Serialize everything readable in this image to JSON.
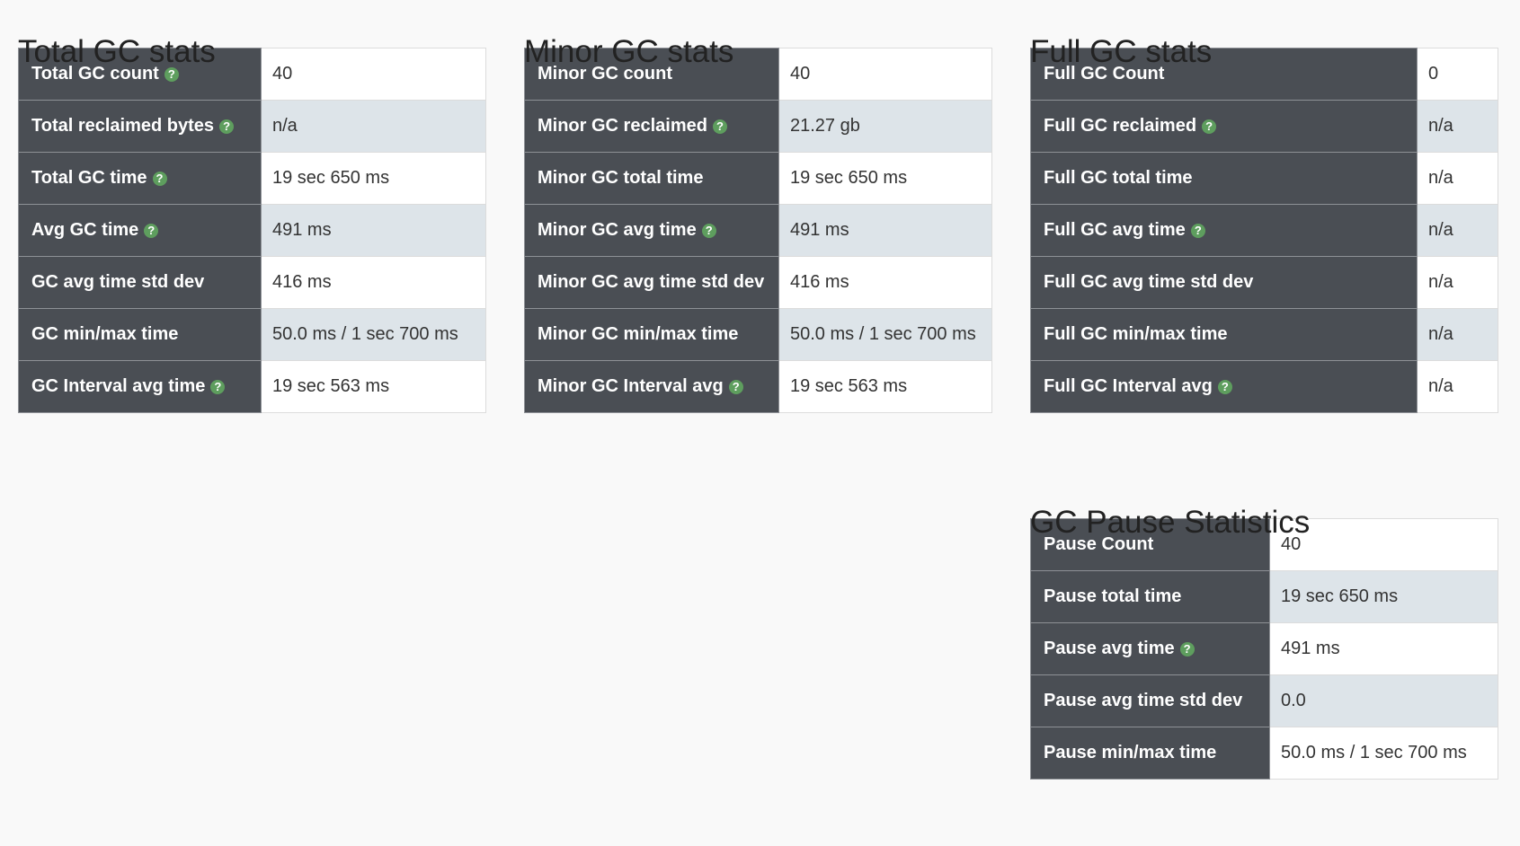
{
  "total_gc": {
    "title": "Total GC stats",
    "rows": [
      {
        "label": "Total GC count",
        "value": "40",
        "help": true
      },
      {
        "label": "Total reclaimed bytes",
        "value": "n/a",
        "help": true
      },
      {
        "label": "Total GC time",
        "value": "19 sec 650 ms",
        "help": true
      },
      {
        "label": "Avg GC time",
        "value": "491 ms",
        "help": true
      },
      {
        "label": "GC avg time std dev",
        "value": "416 ms",
        "help": false
      },
      {
        "label": "GC min/max time",
        "value": "50.0 ms / 1 sec 700 ms",
        "help": false
      },
      {
        "label": "GC Interval avg time",
        "value": "19 sec 563 ms",
        "help": true
      }
    ]
  },
  "minor_gc": {
    "title": "Minor GC stats",
    "rows": [
      {
        "label": "Minor GC count",
        "value": "40",
        "help": false
      },
      {
        "label": "Minor GC reclaimed",
        "value": "21.27 gb",
        "help": true
      },
      {
        "label": "Minor GC total time",
        "value": "19 sec 650 ms",
        "help": false
      },
      {
        "label": "Minor GC avg time",
        "value": "491 ms",
        "help": true
      },
      {
        "label": "Minor GC avg time std dev",
        "value": "416 ms",
        "help": false
      },
      {
        "label": "Minor GC min/max time",
        "value": "50.0 ms / 1 sec 700 ms",
        "help": false
      },
      {
        "label": "Minor GC Interval avg",
        "value": "19 sec 563 ms",
        "help": true
      }
    ]
  },
  "full_gc": {
    "title": "Full GC stats",
    "rows": [
      {
        "label": "Full GC Count",
        "value": "0",
        "help": false
      },
      {
        "label": "Full GC reclaimed",
        "value": "n/a",
        "help": true
      },
      {
        "label": "Full GC total time",
        "value": "n/a",
        "help": false
      },
      {
        "label": "Full GC avg time",
        "value": "n/a",
        "help": true
      },
      {
        "label": "Full GC avg time std dev",
        "value": "n/a",
        "help": false
      },
      {
        "label": "Full GC min/max time",
        "value": "n/a",
        "help": false
      },
      {
        "label": "Full GC Interval avg",
        "value": "n/a",
        "help": true
      }
    ]
  },
  "pause": {
    "title": "GC Pause Statistics",
    "rows": [
      {
        "label": "Pause Count",
        "value": "40",
        "help": false
      },
      {
        "label": "Pause total time",
        "value": "19 sec 650 ms",
        "help": false
      },
      {
        "label": "Pause avg time",
        "value": "491 ms",
        "help": true
      },
      {
        "label": "Pause avg time std dev",
        "value": "0.0",
        "help": false
      },
      {
        "label": "Pause min/max time",
        "value": "50.0 ms / 1 sec 700 ms",
        "help": false
      }
    ]
  },
  "help_glyph": "?",
  "colors": {
    "label_bg": "#4a4e54",
    "row_alt_bg": "#dde4e9",
    "help_icon": "#5e9e5e"
  }
}
